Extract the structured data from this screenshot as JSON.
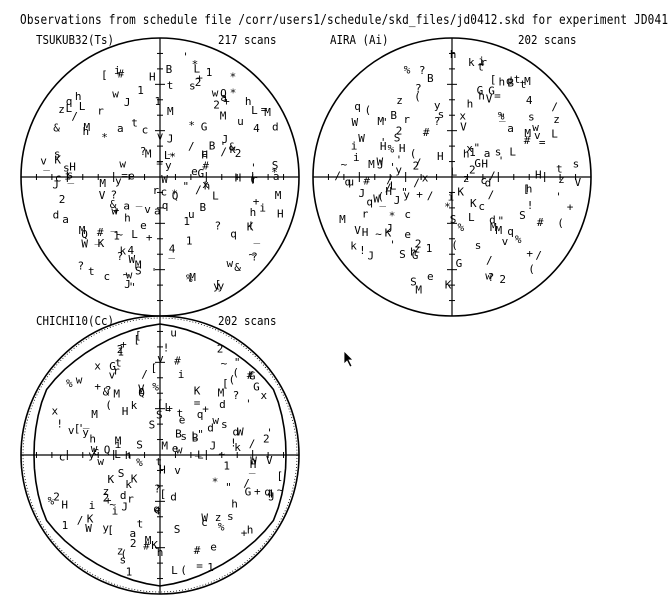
{
  "title": "Observations from schedule file /corr/users1/schedule/skd_files/jd0412.skd for experiment JD041",
  "chart_data": [
    {
      "type": "scatter",
      "station": "TSUKUB32(Ts)",
      "scans_label": "217 scans",
      "symbols": "4uLLMMJ&Bx2sH%!aiGWq~d*[?vz1Vw+#\"_QrK(/S'tHe=ckhy",
      "horizon_mask": false
    },
    {
      "type": "scatter",
      "station": "AIRA (Ai)",
      "scans_label": "202 scans",
      "symbols": "4uLLMMJGBx2sH%!aiGWq~d*[?vz1Vw+#\"_QrK(/S'tHe=ckhy",
      "horizon_mask": false
    },
    {
      "type": "scatter",
      "station": "CHICHI10(Cc)",
      "scans_label": "202 scans",
      "symbols": "4uLLMMJ&Bx2sH%!aiGWq~d*[?vz1Vw+#\"_QrK(/S'tHe=ckhy",
      "horizon_mask": true
    }
  ],
  "colors": {
    "background": "#ffffff",
    "ink": "#000000"
  }
}
